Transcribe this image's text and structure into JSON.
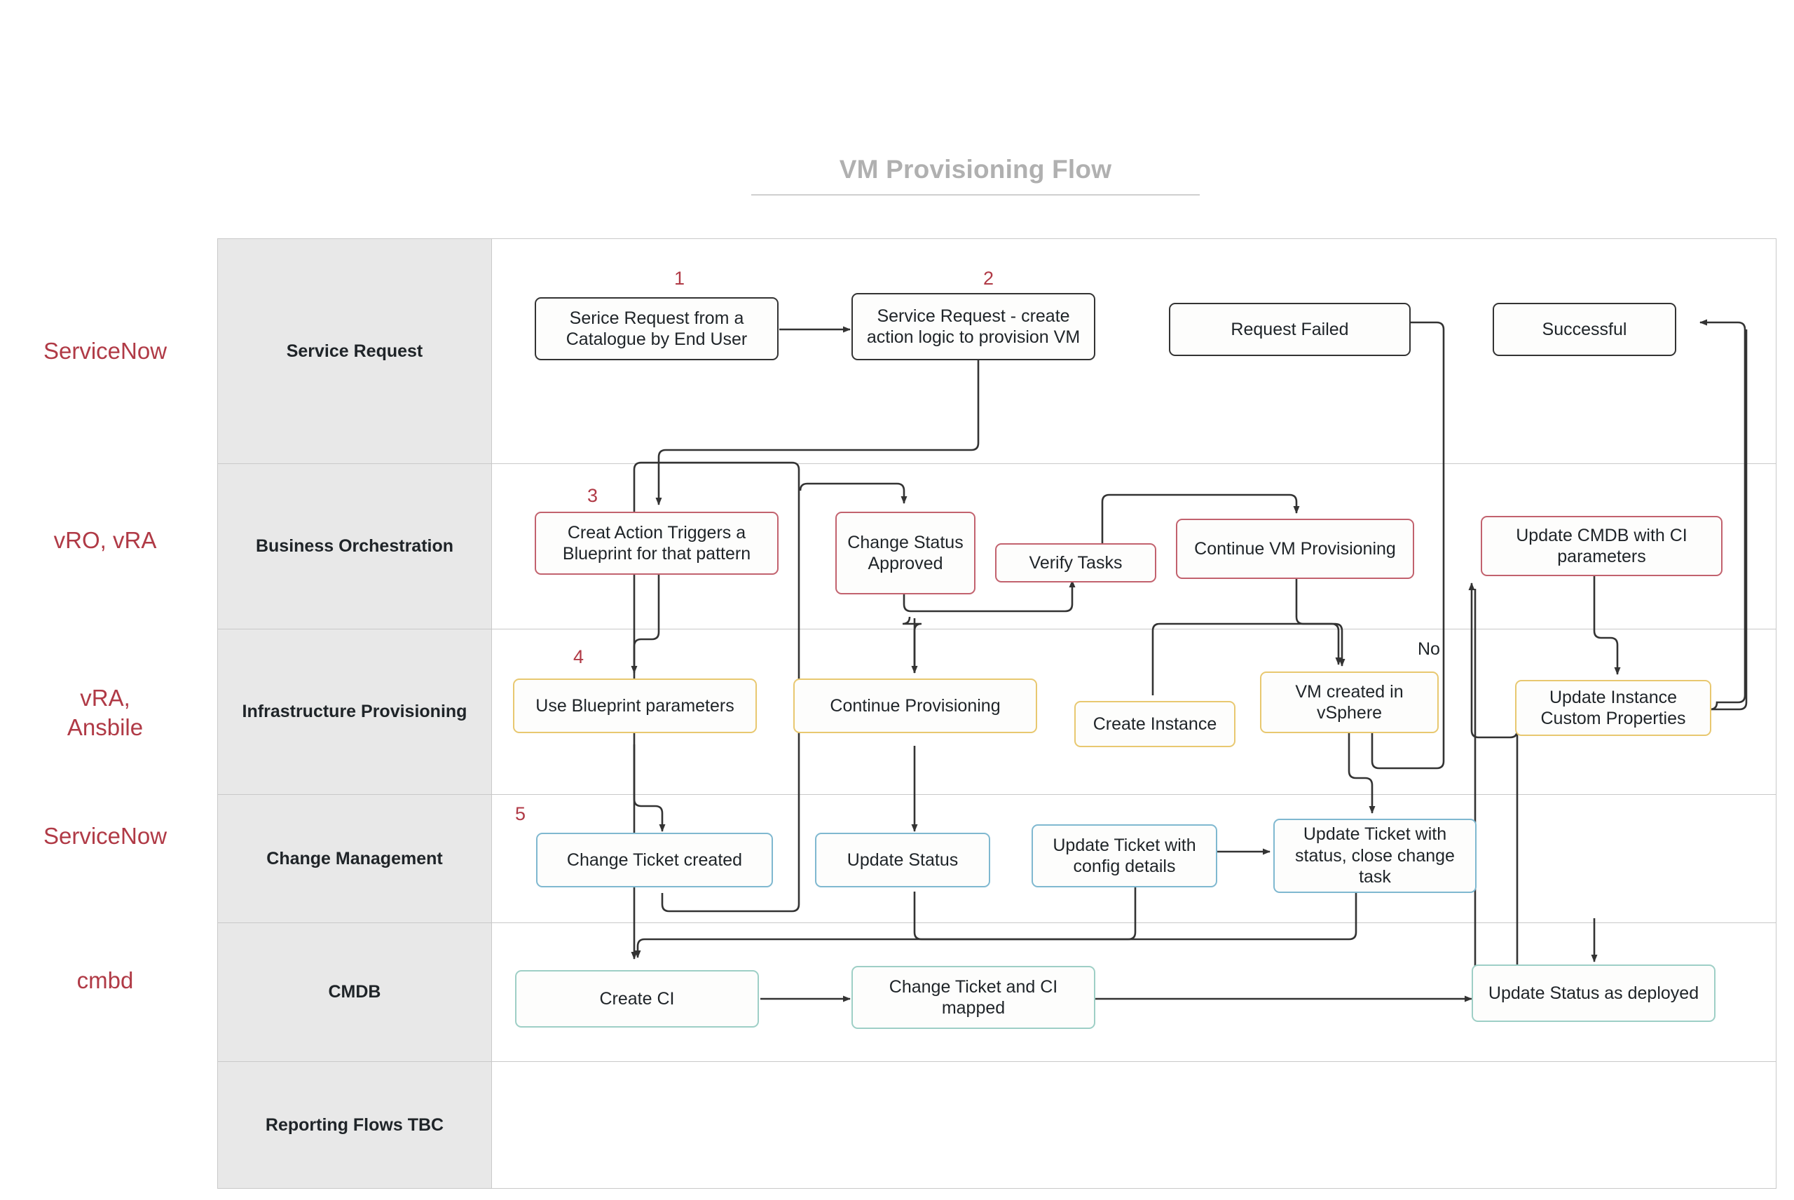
{
  "title": "VM Provisioning Flow",
  "lanes": [
    {
      "id": "service-request",
      "label": "Service Request",
      "system": "ServiceNow"
    },
    {
      "id": "business-orchestration",
      "label": "Business Orchestration",
      "system": "vRO, vRA"
    },
    {
      "id": "infrastructure-provisioning",
      "label": "Infrastructure Provisioning",
      "system": "vRA,\nAnsbile"
    },
    {
      "id": "change-management",
      "label": "Change Management",
      "system": "ServiceNow"
    },
    {
      "id": "cmdb",
      "label": "CMDB",
      "system": "cmbd"
    },
    {
      "id": "reporting",
      "label": "Reporting Flows TBC",
      "system": ""
    }
  ],
  "systems": {
    "service_request": "ServiceNow",
    "business_orchestration": "vRO, vRA",
    "infrastructure_provisioning_line1": "vRA,",
    "infrastructure_provisioning_line2": "Ansbile",
    "change_management": "ServiceNow",
    "cmdb": "cmbd"
  },
  "nodes": {
    "service_request_catalogue": "Serice Request from a Catalogue by End User",
    "service_request_action_logic": "Service Request - create action logic to provision VM",
    "request_failed": "Request Failed",
    "successful": "Successful",
    "create_action_triggers": "Creat Action Triggers a Blueprint for that pattern",
    "change_status_approved": "Change Status Approved",
    "verify_tasks": "Verify Tasks",
    "continue_vm_provisioning": "Continue VM Provisioning",
    "update_cmdb_ci_parameters": "Update CMDB with CI parameters",
    "use_blueprint_parameters": "Use Blueprint parameters",
    "continue_provisioning": "Continue Provisioning",
    "create_instance": "Create Instance",
    "vm_created_vsphere": "VM created in vSphere",
    "update_instance_custom_properties": "Update Instance Custom Properties",
    "change_ticket_created": "Change Ticket created",
    "update_status": "Update Status",
    "update_ticket_config_details": "Update Ticket with config details",
    "update_ticket_status_close": "Update Ticket with status, close change task",
    "create_ci": "Create CI",
    "change_ticket_ci_mapped": "Change Ticket and CI mapped",
    "update_status_as_deployed": "Update Status as deployed"
  },
  "step_numbers": {
    "one": "1",
    "two": "2",
    "three": "3",
    "four": "4",
    "five": "5"
  },
  "edge_labels": {
    "no": "No"
  },
  "colors": {
    "accent_red": "#b03a46",
    "lane_header_bg": "#e8e8e8",
    "node_black": "#333333",
    "node_red": "#c2626e",
    "node_yellow": "#e8c870",
    "node_blue": "#7fb8d0",
    "node_teal": "#9ecfc6",
    "title_grey": "#b0b0b0",
    "connector": "#333333"
  }
}
